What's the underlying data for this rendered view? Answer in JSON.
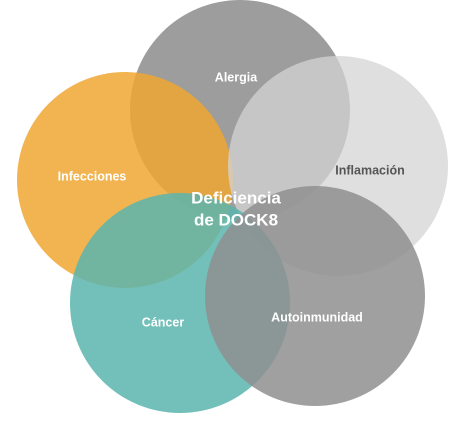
{
  "center": {
    "line1": "Deficiencia",
    "line2": "de DOCK8",
    "color": "#ffffff"
  },
  "circles": [
    {
      "key": "alergia",
      "label": "Alergia",
      "fill": "#8c8c8c",
      "label_color": "#ffffff"
    },
    {
      "key": "infecciones",
      "label": "Infecciones",
      "fill": "#f0a733",
      "label_color": "#ffffff"
    },
    {
      "key": "inflamacion",
      "label": "Inflamación",
      "fill": "#d4d4d4",
      "label_color": "#555555"
    },
    {
      "key": "cancer",
      "label": "Cáncer",
      "fill": "#5bb5ae",
      "label_color": "#ffffff"
    },
    {
      "key": "autoinmunidad",
      "label": "Autoinmunidad",
      "fill": "#8f8f8f",
      "label_color": "#ffffff"
    }
  ]
}
